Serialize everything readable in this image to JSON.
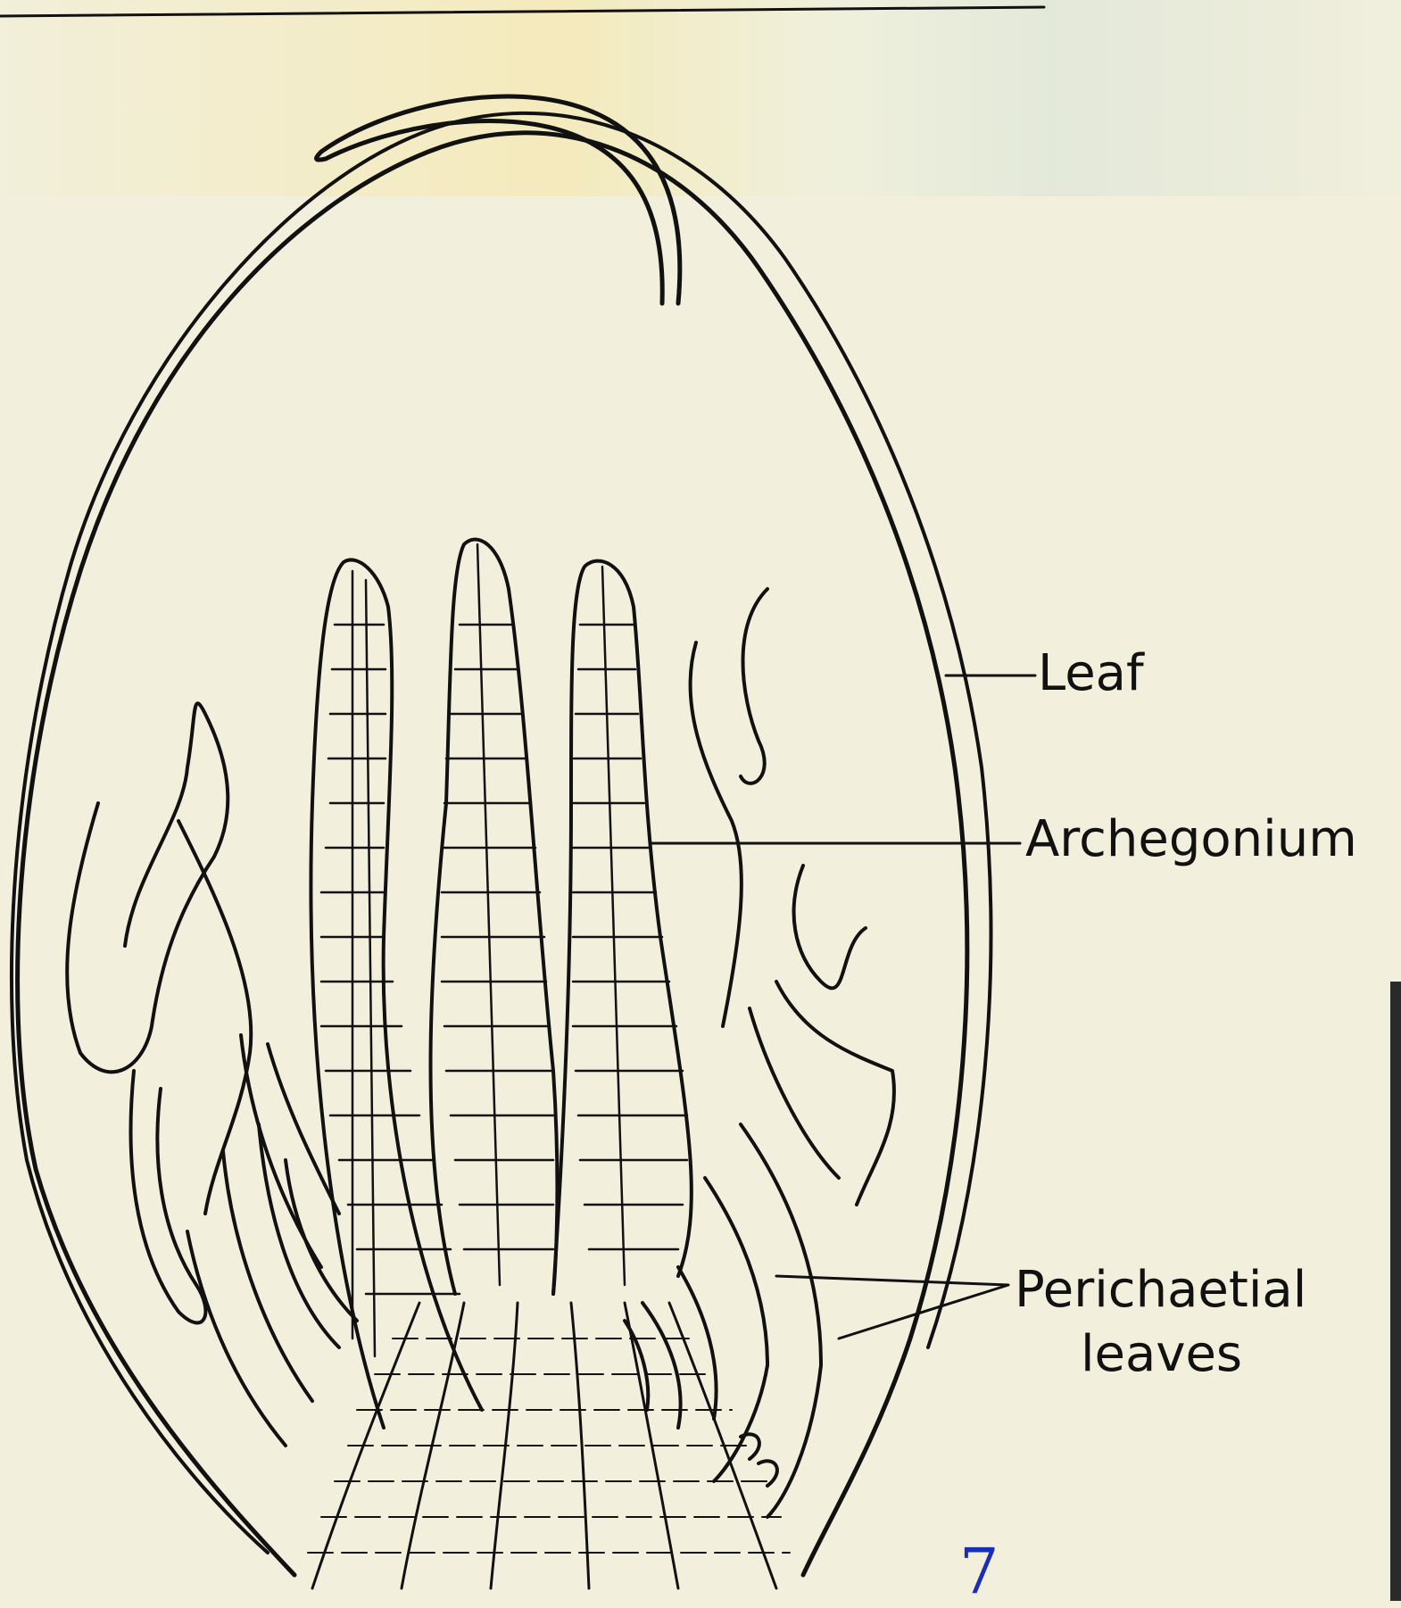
{
  "labels": {
    "leaf": "Leaf",
    "archegonium": "Archegonium",
    "perichaetial_line1": "Perichaetial",
    "perichaetial_line2": "leaves"
  },
  "annotation": "7",
  "colors": {
    "ink": "#111111",
    "paper": "#f3efdd",
    "pen": "#1a2fb3"
  }
}
